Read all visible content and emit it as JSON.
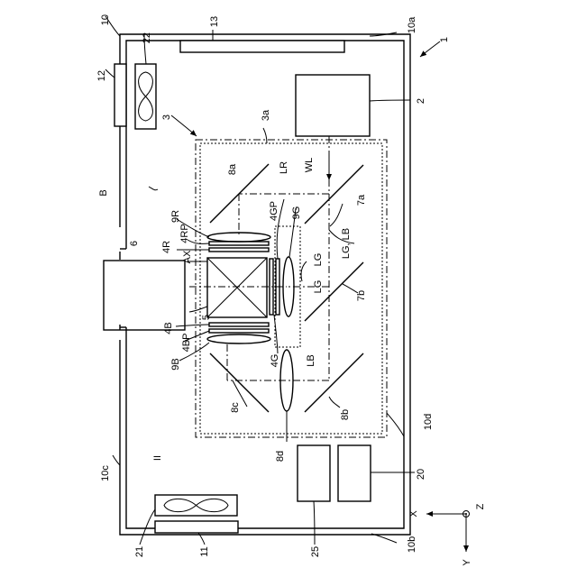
{
  "labels": {
    "n10": "10",
    "n22": "22",
    "n13": "13",
    "n10a": "10a",
    "n1": "1",
    "n12": "12",
    "n2": "2",
    "n3": "3",
    "n3a": "3a",
    "n8a": "8a",
    "LR": "LR",
    "WL": "WL",
    "n7a": "7a",
    "B": "B",
    "n9R": "9R",
    "n4GP": "4GP",
    "n9G": "9G",
    "n6": "6",
    "n4R": "4R",
    "n4RP": "4RP",
    "LGLB": "LG, LB",
    "AX": "AX",
    "LG_top": "LG",
    "LG_center": "LG",
    "n7b": "7b",
    "n5": "5",
    "n4B": "4B",
    "n4BP": "4BP",
    "n9B": "9B",
    "n4G": "4G",
    "LB": "LB",
    "n8c": "8c",
    "n8b": "8b",
    "n10d": "10d",
    "II": "II",
    "n10c": "10c",
    "n8d": "8d",
    "n20": "20",
    "X": "X",
    "Z": "Z",
    "n21": "21",
    "n11": "11",
    "n25": "25",
    "n10b": "10b",
    "Y": "Y"
  }
}
